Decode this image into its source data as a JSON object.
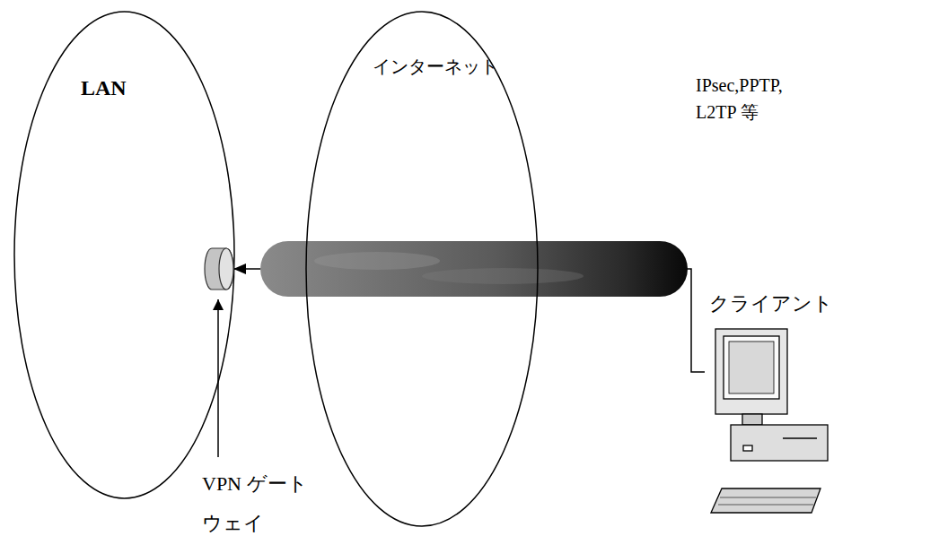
{
  "diagram": {
    "nodes": [
      {
        "text": [
          "LAN"
        ]
      },
      {
        "text": [
          "インターネット"
        ]
      },
      {
        "text": [
          "VPN ゲートウェイ"
        ],
        "in": 0
      },
      {
        "text": [
          "クライアント"
        ]
      }
    ],
    "edges": [
      {
        "from": 3,
        "to": 2,
        "arrow": "to",
        "label": "IPsec,PPTP, L2TP 等"
      }
    ]
  }
}
